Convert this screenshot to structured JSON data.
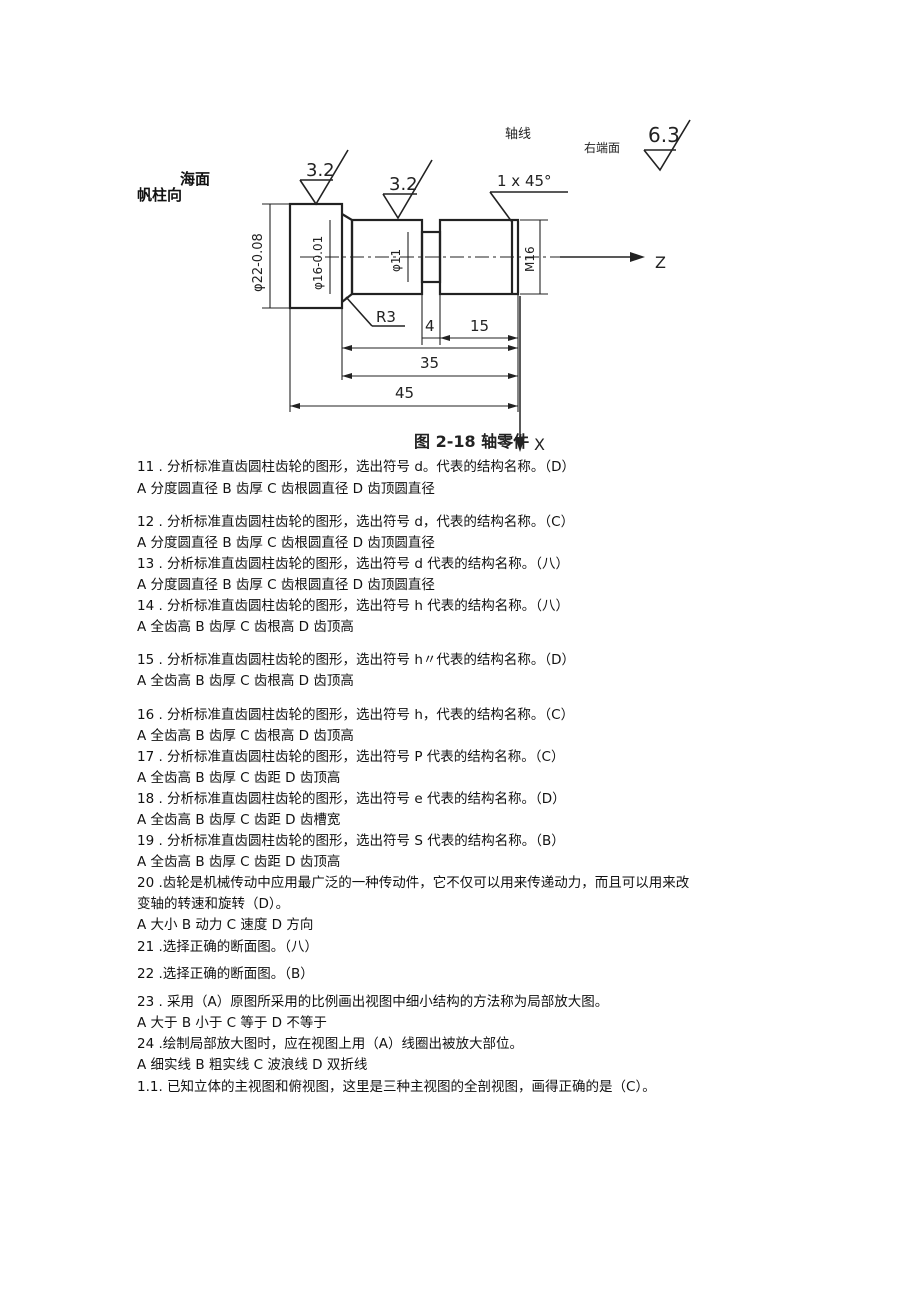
{
  "figure": {
    "side_labels": [
      "海面",
      "帆柱向"
    ],
    "axis_label": "轴线",
    "surface_label": "右端面",
    "rough_left": "3.2",
    "rough_mid": "3.2",
    "rough_right": "6.3",
    "chamfer": "1 x 45°",
    "dia1": "φ22-0.08",
    "dia2": "φ16-0.01",
    "dia3": "φ11",
    "thread": "M16",
    "radius": "R3",
    "dim_4": "4",
    "dim_15": "15",
    "dim_35": "35",
    "dim_45": "45",
    "z_label": "Z",
    "x_label": "X",
    "caption": "图 2-18  轴零件"
  },
  "lines": [
    "11 . 分析标准直齿圆柱齿轮的图形，选出符号 d。代表的结构名称。（D）",
    "A 分度圆直径 B 齿厚 C 齿根圆直径 D 齿顶圆直径",
    "12 . 分析标准直齿圆柱齿轮的图形，选出符号 d，代表的结构名称。（C）",
    "A 分度圆直径 B 齿厚 C 齿根圆直径 D 齿顶圆直径",
    "13 . 分析标准直齿圆柱齿轮的图形，选出符号 d 代表的结构名称。（八）",
    "A 分度圆直径 B 齿厚 C 齿根圆直径 D 齿顶圆直径",
    "14 . 分析标准直齿圆柱齿轮的图形，选出符号 h 代表的结构名称。（八）",
    "A 全齿高 B 齿厚 C 齿根高 D 齿顶高",
    "15 . 分析标准直齿圆柱齿轮的图形，选出符号 h〃代表的结构名称。（D）",
    "A 全齿高 B 齿厚 C 齿根高 D 齿顶高",
    "16 . 分析标准直齿圆柱齿轮的图形，选出符号 h，代表的结构名称。（C）",
    "A 全齿高 B 齿厚 C 齿根高 D 齿顶高",
    "17 . 分析标准直齿圆柱齿轮的图形，选出符号 P 代表的结构名称。（C）",
    "A 全齿高 B 齿厚 C 齿距 D 齿顶高",
    "18 . 分析标准直齿圆柱齿轮的图形，选出符号 e 代表的结构名称。（D）",
    "A 全齿高 B 齿厚 C 齿距 D 齿槽宽",
    "19 . 分析标准直齿圆柱齿轮的图形，选出符号 S 代表的结构名称。（B）",
    "A 全齿高 B 齿厚 C 齿距 D 齿顶高",
    "20   .齿轮是机械传动中应用最广泛的一种传动件，它不仅可以用来传递动力，而且可以用来改",
    "变轴的转速和旋转（D）。",
    "A 大小 B 动力 C 速度 D 方向",
    "21   .选择正确的断面图。（八）",
    "22   .选择正确的断面图。（B）",
    "23 . 采用（A）原图所采用的比例画出视图中细小结构的方法称为局部放大图。",
    "A 大于 B 小于 C 等于 D 不等于",
    "24   .绘制局部放大图时，应在视图上用（A）线圈出被放大部位。",
    "A 细实线 B 粗实线 C 波浪线 D 双折线",
    "1.1.   已知立体的主视图和俯视图，这里是三种主视图的全剖视图，画得正确的是（C）。"
  ]
}
